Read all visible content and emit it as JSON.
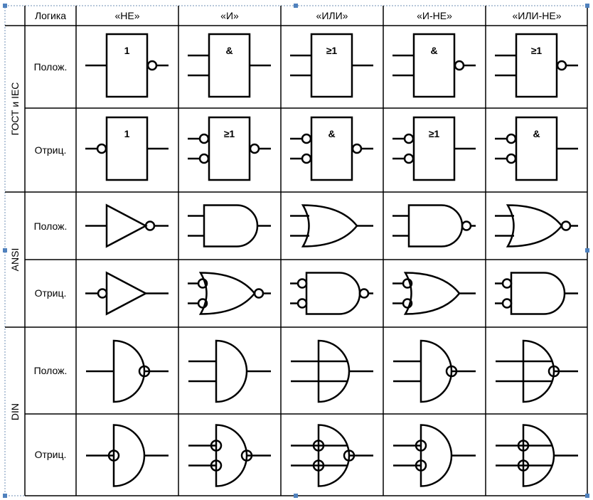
{
  "header": {
    "corner": "",
    "logic": "Логика",
    "columns": [
      "«НЕ»",
      "«И»",
      "«ИЛИ»",
      "«И-НЕ»",
      "«ИЛИ-НЕ»"
    ]
  },
  "groups": [
    {
      "name": "ГОСТ и IEC",
      "style": "box",
      "rows": [
        {
          "label": "Полож.",
          "cells": [
            {
              "type": "not",
              "text": "1",
              "inv_in": false,
              "inv_out": true
            },
            {
              "type": "and",
              "text": "&",
              "inv_in": false,
              "inv_out": false
            },
            {
              "type": "or",
              "text": "≥1",
              "inv_in": false,
              "inv_out": false
            },
            {
              "type": "and",
              "text": "&",
              "inv_in": false,
              "inv_out": true
            },
            {
              "type": "or",
              "text": "≥1",
              "inv_in": false,
              "inv_out": true
            }
          ]
        },
        {
          "label": "Отриц.",
          "cells": [
            {
              "type": "not",
              "text": "1",
              "inv_in": true,
              "inv_out": false
            },
            {
              "type": "or",
              "text": "≥1",
              "inv_in": true,
              "inv_out": true
            },
            {
              "type": "and",
              "text": "&",
              "inv_in": true,
              "inv_out": true
            },
            {
              "type": "or",
              "text": "≥1",
              "inv_in": true,
              "inv_out": false
            },
            {
              "type": "and",
              "text": "&",
              "inv_in": true,
              "inv_out": false
            }
          ]
        }
      ]
    },
    {
      "name": "ANSI",
      "style": "ansi",
      "rows": [
        {
          "label": "Полож.",
          "cells": [
            {
              "type": "not",
              "inv_in": false,
              "inv_out": true
            },
            {
              "type": "and",
              "inv_in": false,
              "inv_out": false
            },
            {
              "type": "or",
              "inv_in": false,
              "inv_out": false
            },
            {
              "type": "and",
              "inv_in": false,
              "inv_out": true
            },
            {
              "type": "or",
              "inv_in": false,
              "inv_out": true
            }
          ]
        },
        {
          "label": "Отриц.",
          "cells": [
            {
              "type": "not",
              "inv_in": true,
              "inv_out": false
            },
            {
              "type": "or",
              "inv_in": true,
              "inv_out": true
            },
            {
              "type": "and",
              "inv_in": true,
              "inv_out": true
            },
            {
              "type": "or",
              "inv_in": true,
              "inv_out": false
            },
            {
              "type": "and",
              "inv_in": true,
              "inv_out": false
            }
          ]
        }
      ]
    },
    {
      "name": "DIN",
      "style": "din",
      "rows": [
        {
          "label": "Полож.",
          "cells": [
            {
              "type": "not",
              "inv_in": false,
              "inv_out": true
            },
            {
              "type": "and",
              "inv_in": false,
              "inv_out": false
            },
            {
              "type": "or",
              "inv_in": false,
              "inv_out": false
            },
            {
              "type": "and",
              "inv_in": false,
              "inv_out": true
            },
            {
              "type": "or",
              "inv_in": false,
              "inv_out": true
            }
          ]
        },
        {
          "label": "Отриц.",
          "cells": [
            {
              "type": "not",
              "inv_in": true,
              "inv_out": false
            },
            {
              "type": "and",
              "inv_in": true,
              "inv_out": true
            },
            {
              "type": "or",
              "inv_in": true,
              "inv_out": true
            },
            {
              "type": "and",
              "inv_in": true,
              "inv_out": false
            },
            {
              "type": "or",
              "inv_in": true,
              "inv_out": false
            }
          ]
        }
      ]
    }
  ],
  "colors": {
    "frame": "#6f8fb5",
    "handle": "#4f81bd",
    "line": "#000000"
  }
}
